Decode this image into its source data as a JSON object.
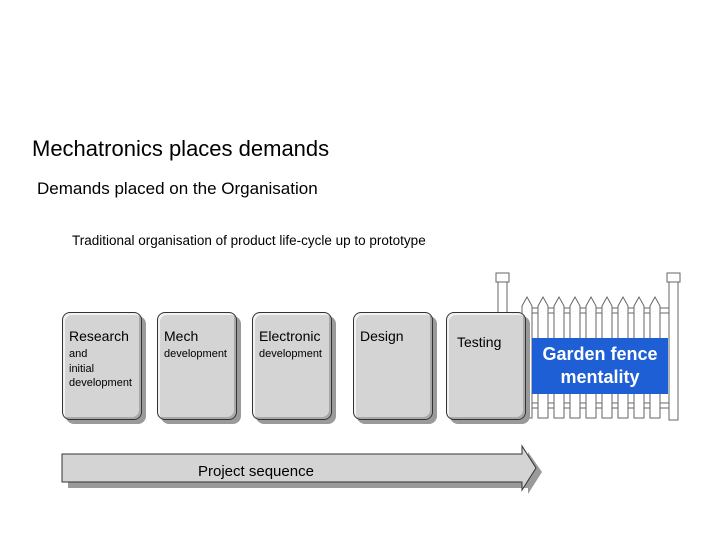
{
  "slide": {
    "title": "Mechatronics places demands",
    "subtitle": "Demands placed on the Organisation",
    "caption": "Traditional organisation of product life-cycle up to prototype"
  },
  "stages": [
    {
      "label": "Research",
      "sub": "and\ninitial\ndevelopment"
    },
    {
      "label": "Mech",
      "sub": "development"
    },
    {
      "label": "Electronic",
      "sub": "development"
    },
    {
      "label": "Design",
      "sub": ""
    },
    {
      "label": "Testing",
      "sub": ""
    }
  ],
  "fence": {
    "label": "Garden fence mentality"
  },
  "arrow": {
    "label": "Project sequence"
  },
  "colors": {
    "accent": "#1f5fd6",
    "box": "#d4d4d4"
  }
}
